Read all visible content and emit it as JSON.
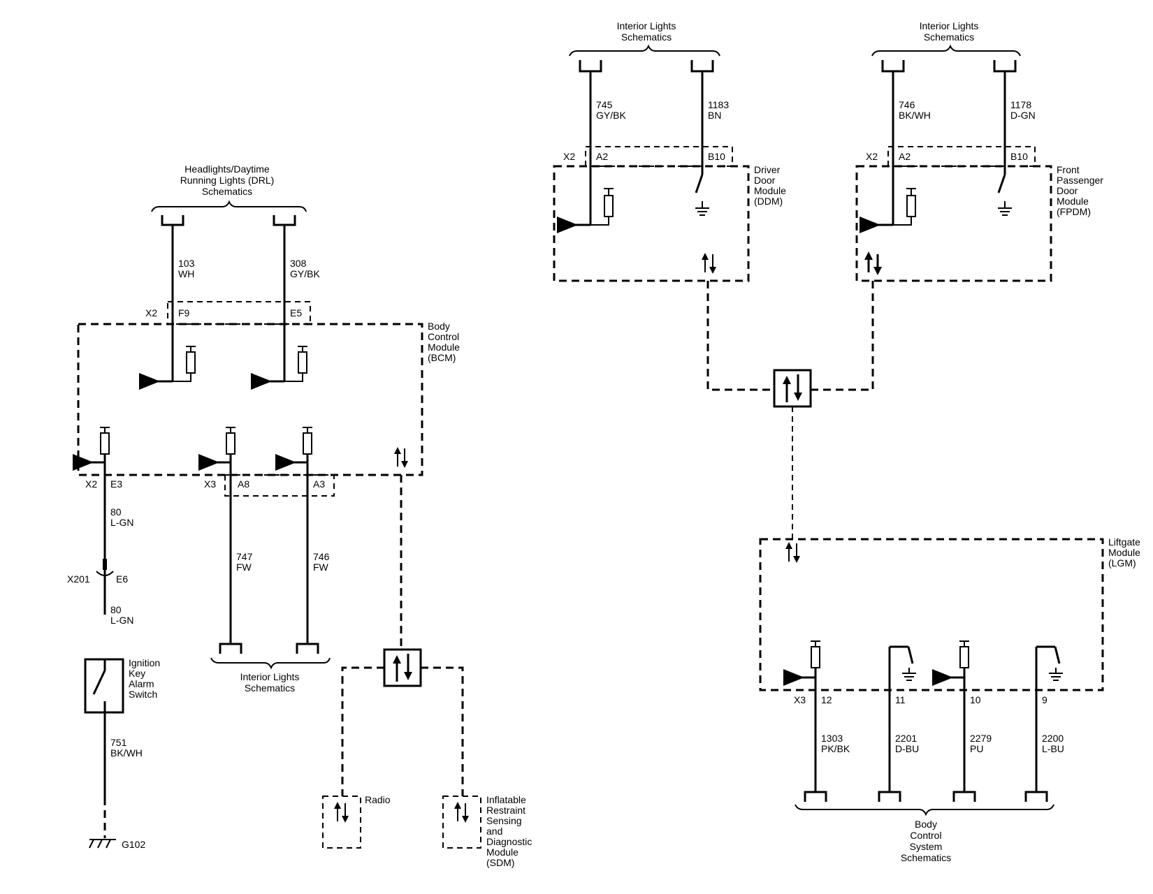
{
  "headlights_group": {
    "l1": "Headlights/Daytime",
    "l2": "Running Lights (DRL)",
    "l3": "Schematics"
  },
  "interior_lights_top_1": {
    "l1": "Interior Lights",
    "l2": "Schematics"
  },
  "interior_lights_top_2": {
    "l1": "Interior Lights",
    "l2": "Schematics"
  },
  "interior_lights_bottom": {
    "l1": "Interior Lights",
    "l2": "Schematics"
  },
  "bcs_group": {
    "l1": "Body",
    "l2": "Control",
    "l3": "System",
    "l4": "Schematics"
  },
  "bcm": {
    "label": {
      "l1": "Body",
      "l2": "Control",
      "l3": "Module",
      "l4": "(BCM)"
    },
    "conn_top": {
      "name": "X2",
      "pin1": "F9",
      "pin2": "E5"
    },
    "conn_bot1": {
      "name": "X2",
      "pin": "E3"
    },
    "conn_bot2": {
      "name": "X3",
      "pin1": "A8",
      "pin2": "A3"
    }
  },
  "ddm": {
    "label": {
      "l1": "Driver",
      "l2": "Door",
      "l3": "Module",
      "l4": "(DDM)"
    },
    "conn": {
      "name": "X2",
      "pin1": "A2",
      "pin2": "B10"
    }
  },
  "fpdm": {
    "label": {
      "l1": "Front",
      "l2": "Passenger",
      "l3": "Door",
      "l4": "Module",
      "l5": "(FPDM)"
    },
    "conn": {
      "name": "X2",
      "pin1": "A2",
      "pin2": "B10"
    }
  },
  "lgm": {
    "label": {
      "l1": "Liftgate",
      "l2": "Module",
      "l3": "(LGM)"
    },
    "conn": {
      "name": "X3",
      "pins": [
        "12",
        "11",
        "10",
        "9"
      ]
    }
  },
  "wires": {
    "w103": {
      "num": "103",
      "color": "WH"
    },
    "w308": {
      "num": "308",
      "color": "GY/BK"
    },
    "w80a": {
      "num": "80",
      "color": "L-GN"
    },
    "w80b": {
      "num": "80",
      "color": "L-GN"
    },
    "w747": {
      "num": "747",
      "color": "FW"
    },
    "w746f": {
      "num": "746",
      "color": "FW"
    },
    "w751": {
      "num": "751",
      "color": "BK/WH"
    },
    "w745": {
      "num": "745",
      "color": "GY/BK"
    },
    "w1183": {
      "num": "1183",
      "color": "BN"
    },
    "w746": {
      "num": "746",
      "color": "BK/WH"
    },
    "w1178": {
      "num": "1178",
      "color": "D-GN"
    },
    "w1303": {
      "num": "1303",
      "color": "PK/BK"
    },
    "w2201": {
      "num": "2201",
      "color": "D-BU"
    },
    "w2279": {
      "num": "2279",
      "color": "PU"
    },
    "w2200": {
      "num": "2200",
      "color": "L-BU"
    }
  },
  "inline_conn": {
    "name": "X201",
    "pin": "E6"
  },
  "switch": {
    "l1": "Ignition",
    "l2": "Key",
    "l3": "Alarm",
    "l4": "Switch"
  },
  "ground": {
    "name": "G102"
  },
  "radio": {
    "label": "Radio"
  },
  "sdm": {
    "l1": "Inflatable",
    "l2": "Restraint",
    "l3": "Sensing",
    "l4": "and",
    "l5": "Diagnostic",
    "l6": "Module",
    "l7": "(SDM)"
  }
}
